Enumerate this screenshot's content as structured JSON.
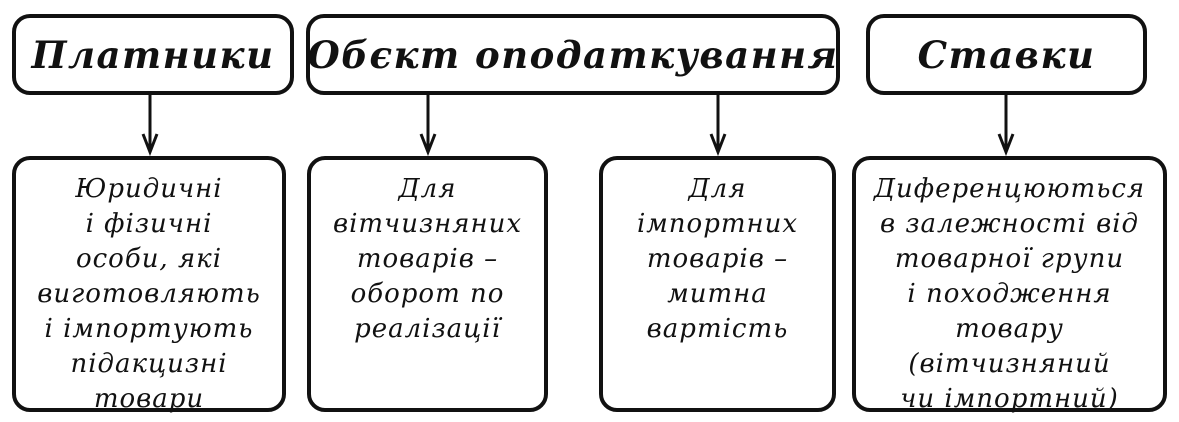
{
  "headers": {
    "payers": "Платники",
    "object": "Обєкт оподаткування",
    "rates": "Ставки"
  },
  "boxes": {
    "payers": [
      "Юридичні",
      "і фізичні",
      "особи, які",
      "виготовляють",
      "і імпортують",
      "підакцизні",
      "товари"
    ],
    "domestic": [
      "Для",
      "вітчизняних",
      "товарів –",
      "оборот по",
      "реалізації"
    ],
    "imported": [
      "Для",
      "імпортних",
      "товарів –",
      "митна",
      "вартість"
    ],
    "rates": [
      "Диференцюються",
      "в залежності від",
      "товарної групи",
      "і походження",
      "товару",
      "(вітчизняний",
      "чи імпортний)"
    ]
  }
}
